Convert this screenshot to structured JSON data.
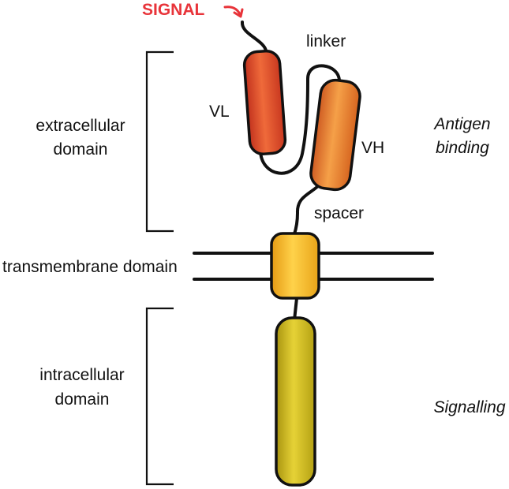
{
  "signal": {
    "label": "SIGNAL",
    "color": "#e8343a"
  },
  "labels": {
    "linker": "linker",
    "vl": "VL",
    "vh": "VH",
    "spacer": "spacer",
    "extracellular_line1": "extracellular",
    "extracellular_line2": "domain",
    "antigen_line1": "Antigen",
    "antigen_line2": "binding",
    "transmembrane": "transmembrane domain",
    "intracellular_line1": "intracellular",
    "intracellular_line2": "domain",
    "signalling": "Signalling"
  },
  "colors": {
    "vl": "#d84a2a",
    "vh": "#e07a30",
    "transmembrane": "#f3b324",
    "intracellular": "#c8b116",
    "outline": "#111111"
  }
}
